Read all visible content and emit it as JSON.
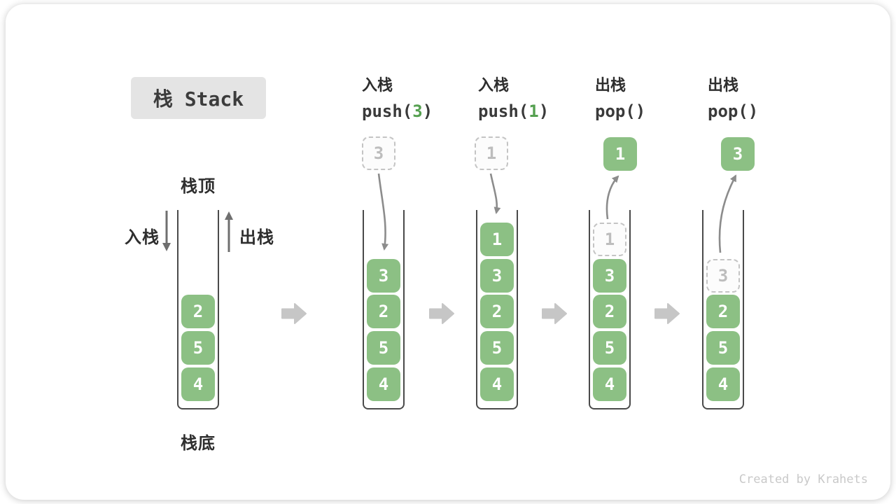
{
  "title": {
    "label": "栈 Stack"
  },
  "side_labels": {
    "stack_top": "栈顶",
    "stack_bottom": "栈底",
    "push": "入栈",
    "pop": "出栈"
  },
  "operations_note": "operations are attached to stacks below",
  "stacks": [
    {
      "name": "initial-stack",
      "items": [
        {
          "value": "4",
          "style": "solid"
        },
        {
          "value": "5",
          "style": "solid"
        },
        {
          "value": "2",
          "style": "solid"
        }
      ]
    },
    {
      "name": "after-push-3",
      "op": {
        "name": "入栈",
        "code_pre": "push(",
        "code_arg": "3",
        "code_post": ")"
      },
      "float": {
        "value": "3",
        "style": "dashed"
      },
      "arrow": "push",
      "items": [
        {
          "value": "4",
          "style": "solid"
        },
        {
          "value": "5",
          "style": "solid"
        },
        {
          "value": "2",
          "style": "solid"
        },
        {
          "value": "3",
          "style": "solid"
        }
      ]
    },
    {
      "name": "after-push-1",
      "op": {
        "name": "入栈",
        "code_pre": "push(",
        "code_arg": "1",
        "code_post": ")"
      },
      "float": {
        "value": "1",
        "style": "dashed"
      },
      "arrow": "push",
      "items": [
        {
          "value": "4",
          "style": "solid"
        },
        {
          "value": "5",
          "style": "solid"
        },
        {
          "value": "2",
          "style": "solid"
        },
        {
          "value": "3",
          "style": "solid"
        },
        {
          "value": "1",
          "style": "solid"
        }
      ]
    },
    {
      "name": "after-pop-1",
      "op": {
        "name": "出栈",
        "code_pre": "pop(",
        "code_arg": "",
        "code_post": ")"
      },
      "float": {
        "value": "1",
        "style": "solid"
      },
      "arrow": "pop",
      "items": [
        {
          "value": "4",
          "style": "solid"
        },
        {
          "value": "5",
          "style": "solid"
        },
        {
          "value": "2",
          "style": "solid"
        },
        {
          "value": "3",
          "style": "solid"
        },
        {
          "value": "1",
          "style": "dashed"
        }
      ]
    },
    {
      "name": "after-pop-3",
      "op": {
        "name": "出栈",
        "code_pre": "pop(",
        "code_arg": "",
        "code_post": ")"
      },
      "float": {
        "value": "3",
        "style": "solid"
      },
      "arrow": "pop",
      "items": [
        {
          "value": "4",
          "style": "solid"
        },
        {
          "value": "5",
          "style": "solid"
        },
        {
          "value": "2",
          "style": "solid"
        },
        {
          "value": "3",
          "style": "dashed"
        }
      ]
    }
  ],
  "colors": {
    "item_green": "#8cc084",
    "code_green": "#55a050",
    "arrow_gray": "#8c8c8c",
    "block_arrow_gray": "#c6c6c6",
    "dashed_gray": "#c4c4c4",
    "badge_bg": "#e4e4e4"
  },
  "watermark": "Created by Krahets"
}
